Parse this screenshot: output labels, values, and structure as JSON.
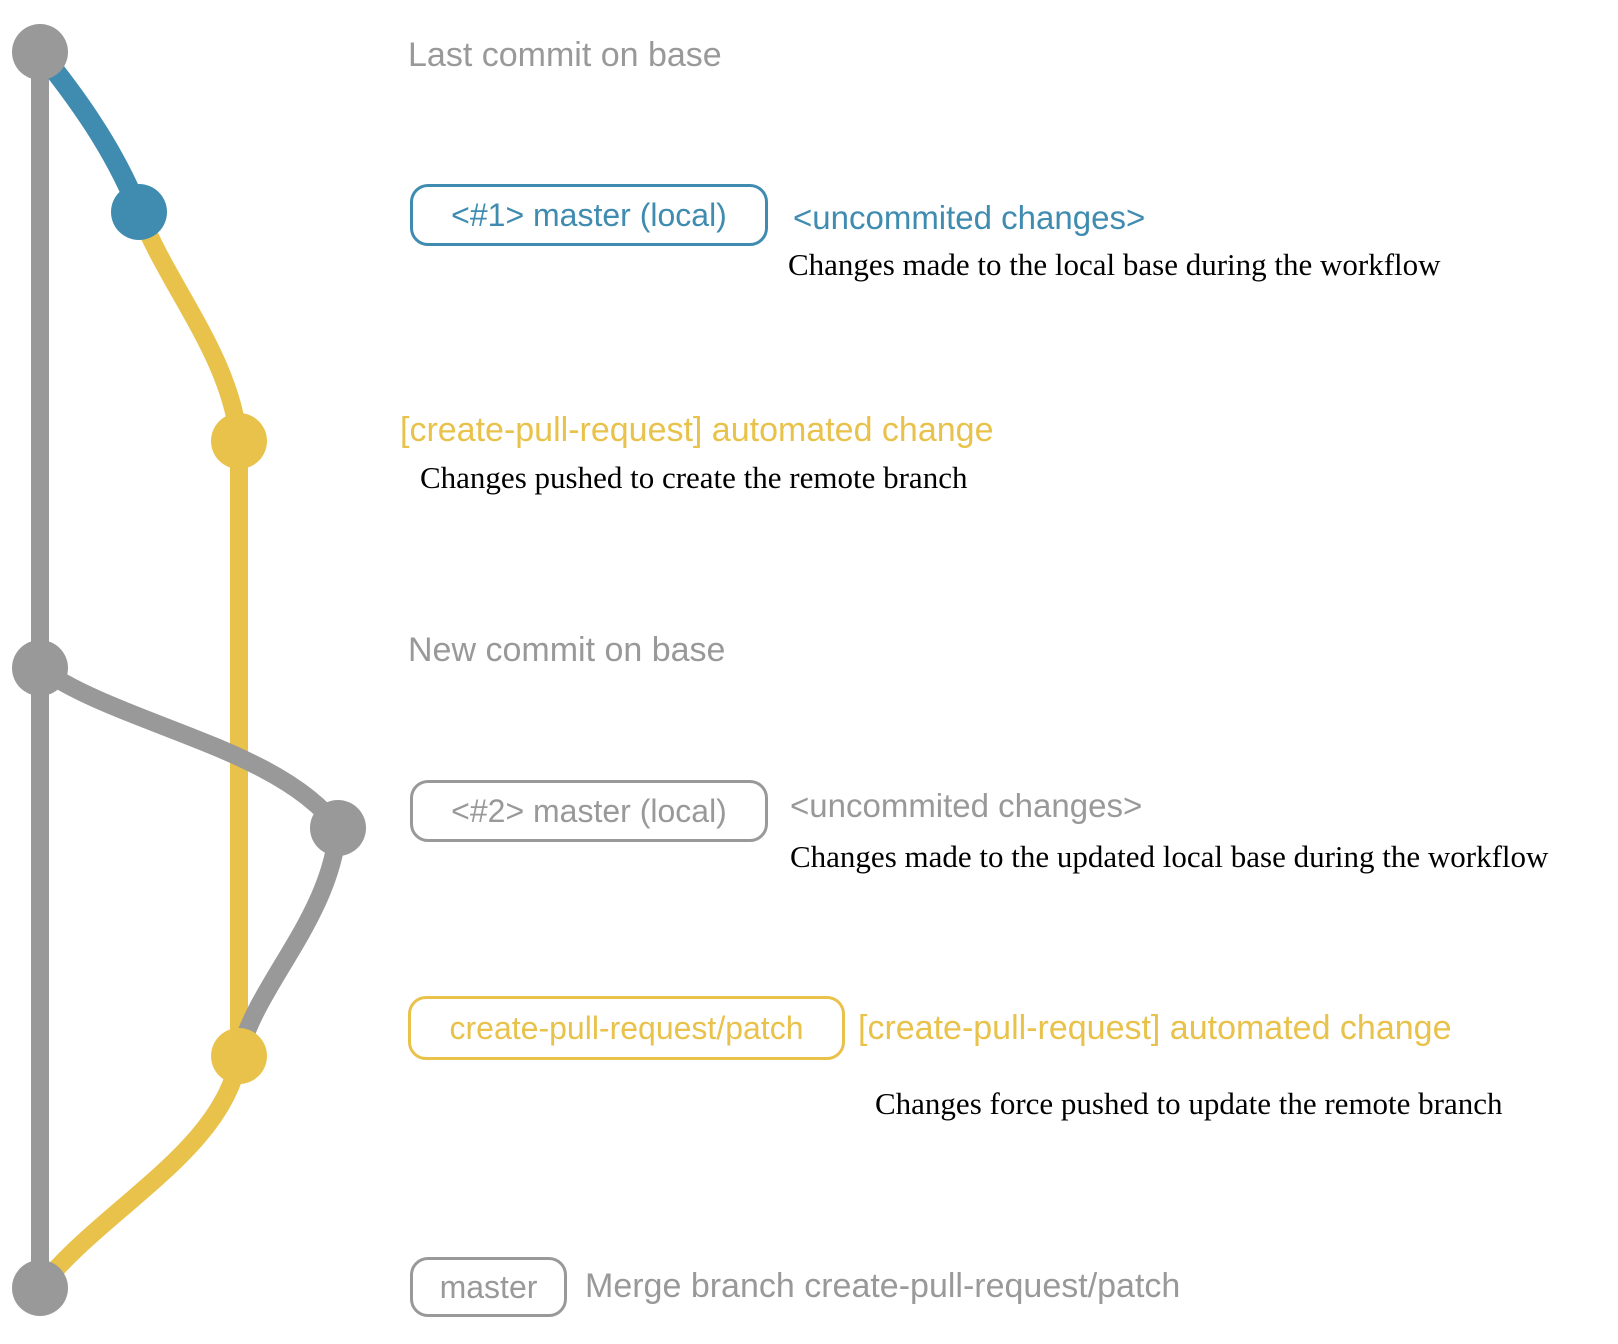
{
  "colors": {
    "gray": "#999999",
    "blue": "#3f8cb0",
    "yellow": "#e8c24a",
    "ink": "#000000"
  },
  "headers": {
    "last_commit_on_base": "Last commit on base",
    "new_commit_on_base": "New commit on base"
  },
  "rows": {
    "uncommitted1": {
      "box": "<#1> master (local)",
      "note": "<uncommited changes>",
      "desc": "Changes made to the local base during the workflow"
    },
    "automated1": {
      "note": "[create-pull-request] automated change",
      "desc": "Changes pushed to create the remote branch"
    },
    "uncommitted2": {
      "box": "<#2> master (local)",
      "note": "<uncommited changes>",
      "desc": "Changes made to the updated local base during the workflow"
    },
    "automated2": {
      "box": "create-pull-request/patch",
      "note": "[create-pull-request] automated change",
      "desc": "Changes force pushed to update the remote branch"
    },
    "merge": {
      "box": "master",
      "note": "Merge branch create-pull-request/patch"
    }
  },
  "graph": {
    "branches": [
      {
        "name": "base",
        "color": "gray"
      },
      {
        "name": "master (local)",
        "color_first_pass": "blue",
        "color_second_pass": "gray"
      },
      {
        "name": "create-pull-request/patch",
        "color": "yellow"
      }
    ],
    "commits": [
      {
        "label": "Last commit on base",
        "color": "gray"
      },
      {
        "label": "<#1> master (local) <uncommited changes>",
        "color": "blue"
      },
      {
        "label": "[create-pull-request] automated change",
        "color": "yellow"
      },
      {
        "label": "New commit on base",
        "color": "gray"
      },
      {
        "label": "<#2> master (local) <uncommited changes>",
        "color": "gray"
      },
      {
        "label": "[create-pull-request] automated change (force push)",
        "color": "yellow"
      },
      {
        "label": "Merge branch create-pull-request/patch",
        "color": "gray"
      }
    ]
  }
}
